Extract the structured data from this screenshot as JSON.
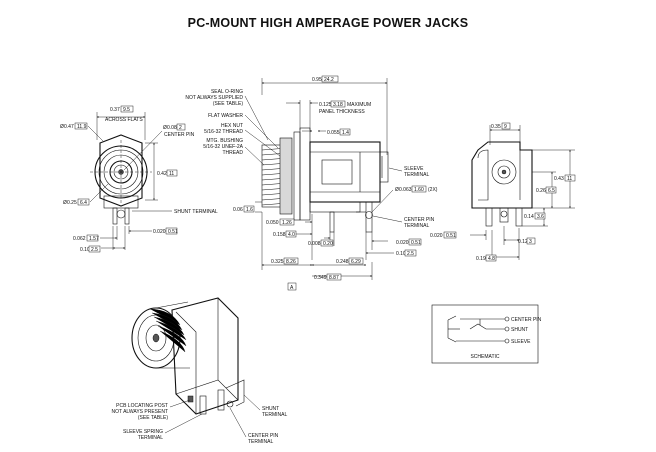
{
  "title": "PC-MOUNT HIGH AMPERAGE POWER JACKS",
  "front_view": {
    "width_across_flats": "0.37",
    "width_across_flats_mm": "9.5",
    "across_flats_label": "ACROSS FLATS",
    "outer_dia": "0.47",
    "outer_dia_mm": "11.9",
    "center_pin_dia": "0.08",
    "center_pin_dia_mm": "2",
    "center_pin_label": "CENTER PIN",
    "height": "0.42",
    "height_mm": "11",
    "inner_dia": "0.25",
    "inner_dia_mm": "6.4",
    "shunt_label": "SHUNT TERMINAL",
    "pin_width": "0.020",
    "pin_width_mm": "0.51",
    "offset_a": "0.062",
    "offset_a_mm": "1.57",
    "offset_b": "0.10",
    "offset_b_mm": "2.5"
  },
  "side_view": {
    "overall_length": "0.95",
    "overall_length_mm": "24.2",
    "seal_label": "SEAL O-RING",
    "seal_note": "NOT ALWAYS SUPPLIED",
    "seal_note2": "(SEE TABLE)",
    "panel_thk": "0.125",
    "panel_thk_mm": "3.18",
    "panel_thk_label": "MAXIMUM",
    "panel_thk_label2": "PANEL THICKNESS",
    "flat_washer_label": "FLAT WASHER",
    "washer_thk": "0.055",
    "washer_thk_mm": "1.4",
    "hex_nut_label": "HEX NUT",
    "hex_nut_thread": "5/16-32 THREAD",
    "bushing_label": "MTG. BUSHING",
    "bushing_thread": "5/16-32 UNEF-2A",
    "bushing_thread2": "THREAD",
    "sleeve_label": "SLEEVE",
    "sleeve_label2": "TERMINAL",
    "hole_dia": "0.063",
    "hole_dia_mm": "1.60",
    "hole_count": "(2X)",
    "center_pin_term_label": "CENTER PIN",
    "center_pin_term_label2": "TERMINAL",
    "base_thk": "0.06",
    "base_thk_mm": "1.6",
    "dim_a": "0.050",
    "dim_a_mm": "1.26",
    "dim_b": "0.158",
    "dim_b_mm": "4.0",
    "dim_c": "0.008",
    "dim_c_mm": "0.20",
    "dim_d": "0.020",
    "dim_d_mm": "0.51",
    "dim_e": "0.10",
    "dim_e_mm": "2.5",
    "dim_f": "0.325",
    "dim_f_mm": "8.26",
    "dim_g": "0.248",
    "dim_g_mm": "6.29",
    "dim_h": "0.349",
    "dim_h_mm": "8.87",
    "datum": "A"
  },
  "rear_view": {
    "top_width": "0.35",
    "top_width_mm": "9",
    "height": "0.43",
    "height_mm": "11",
    "mid_height": "0.26",
    "mid_height_mm": "6.5",
    "pin_height": "0.14",
    "pin_height_mm": "3.6",
    "pin_thk": "0.020",
    "pin_thk_mm": "0.51",
    "pin_pitch": "0.12",
    "pin_pitch_mm": "3",
    "bottom_width": "0.19",
    "bottom_width_mm": "4.8"
  },
  "iso_view": {
    "pcb_post_label": "PCB LOCATING POST",
    "pcb_post_note": "NOT ALWAYS PRESENT",
    "pcb_post_note2": "(SEE TABLE)",
    "shunt_label": "SHUNT",
    "shunt_label2": "TERMINAL",
    "sleeve_spring_label": "SLEEVE SPRING",
    "sleeve_spring_label2": "TERMINAL",
    "center_pin_label": "CENTER PIN",
    "center_pin_label2": "TERMINAL"
  },
  "schematic": {
    "center_pin": "CENTER PIN",
    "shunt": "SHUNT",
    "sleeve": "SLEEVE",
    "caption": "SCHEMATIC"
  }
}
